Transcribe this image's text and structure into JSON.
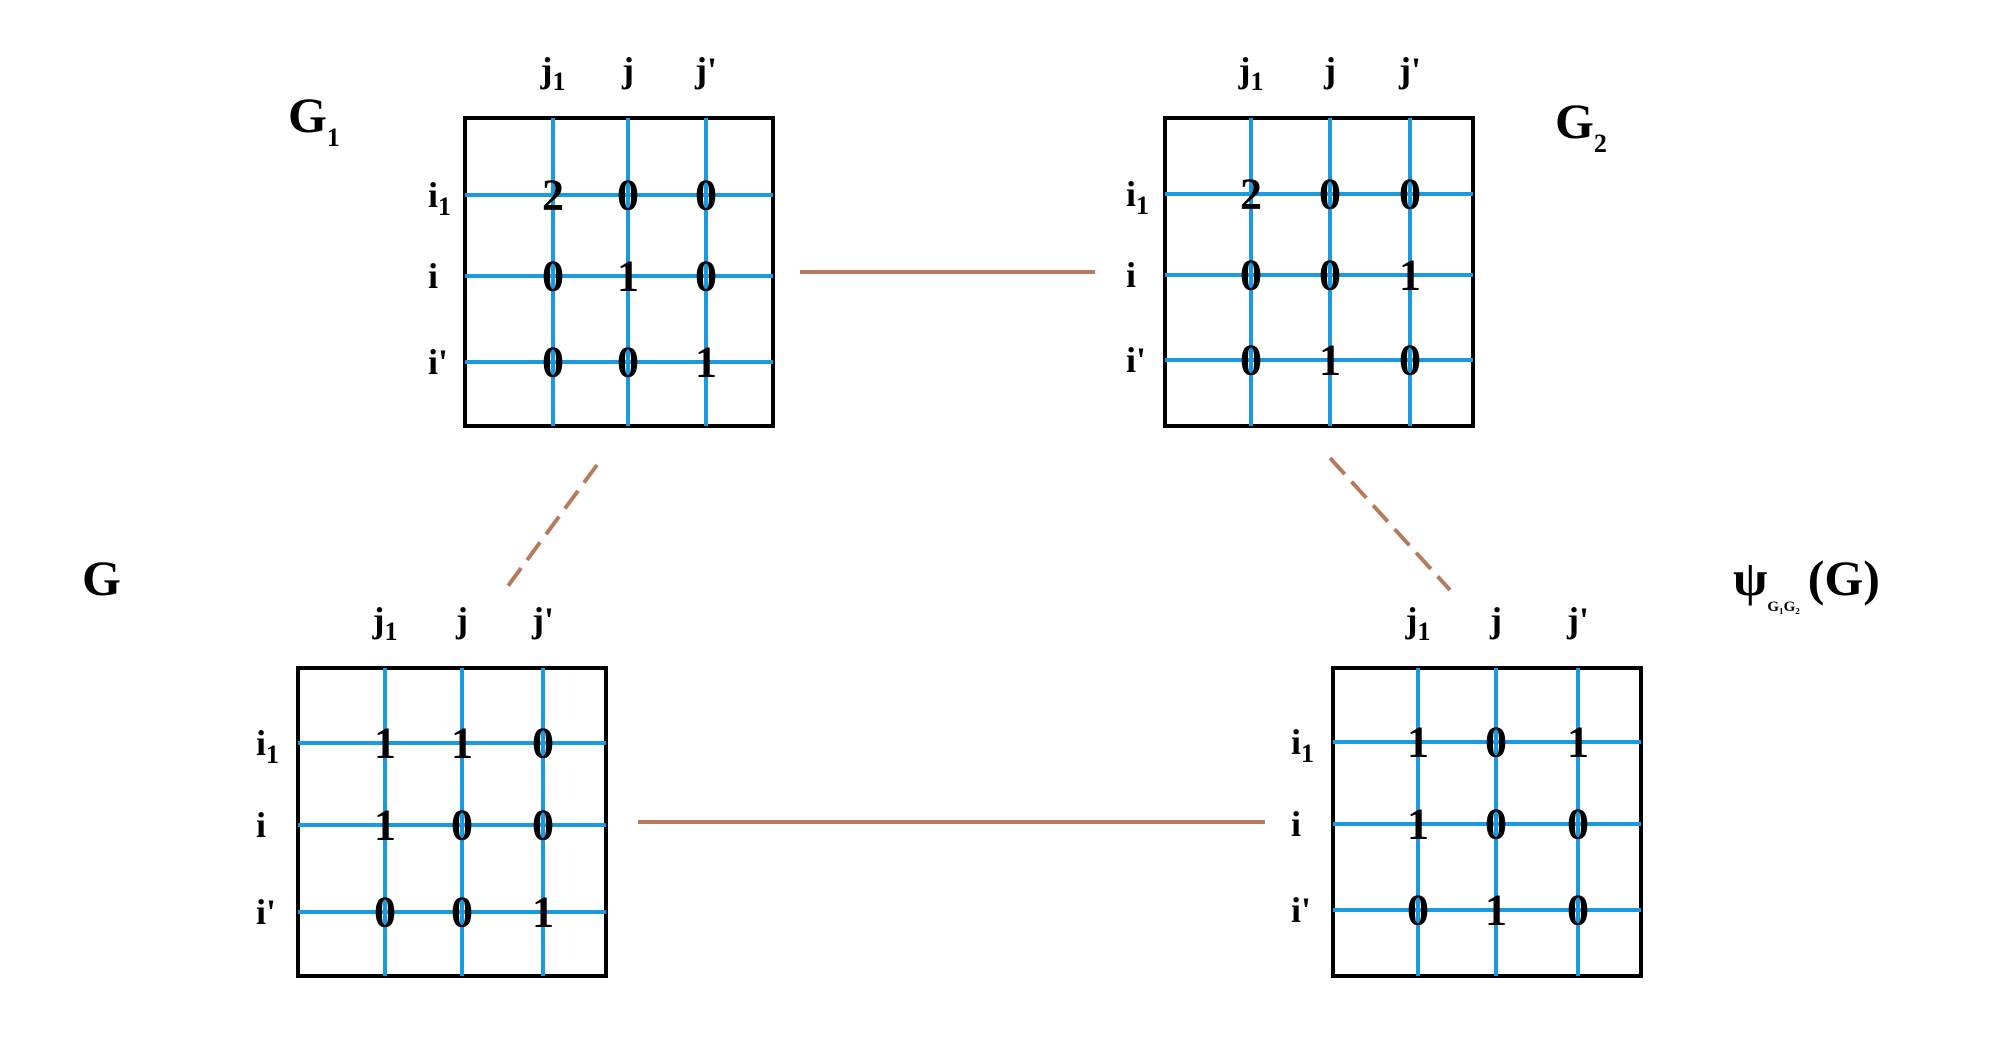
{
  "colors": {
    "grid_line": "#1a9ae0",
    "frame": "#000000",
    "connector": "#b77b5c",
    "text": "#000000"
  },
  "matrices": [
    {
      "id": "G1",
      "title": "G",
      "title_sub": "1",
      "col_labels": [
        {
          "base": "j",
          "sub": "1",
          "prime": ""
        },
        {
          "base": "j",
          "sub": "",
          "prime": ""
        },
        {
          "base": "j",
          "sub": "",
          "prime": "'"
        }
      ],
      "row_labels": [
        {
          "base": "i",
          "sub": "1",
          "prime": ""
        },
        {
          "base": "i",
          "sub": "",
          "prime": ""
        },
        {
          "base": "i",
          "sub": "",
          "prime": "'"
        }
      ],
      "cells": [
        [
          "2",
          "0",
          "0"
        ],
        [
          "0",
          "1",
          "0"
        ],
        [
          "0",
          "0",
          "1"
        ]
      ]
    },
    {
      "id": "G2",
      "title": "G",
      "title_sub": "2",
      "col_labels": [
        {
          "base": "j",
          "sub": "1",
          "prime": ""
        },
        {
          "base": "j",
          "sub": "",
          "prime": ""
        },
        {
          "base": "j",
          "sub": "",
          "prime": "'"
        }
      ],
      "row_labels": [
        {
          "base": "i",
          "sub": "1",
          "prime": ""
        },
        {
          "base": "i",
          "sub": "",
          "prime": ""
        },
        {
          "base": "i",
          "sub": "",
          "prime": "'"
        }
      ],
      "cells": [
        [
          "2",
          "0",
          "0"
        ],
        [
          "0",
          "0",
          "1"
        ],
        [
          "0",
          "1",
          "0"
        ]
      ]
    },
    {
      "id": "G",
      "title": "G",
      "title_sub": "",
      "col_labels": [
        {
          "base": "j",
          "sub": "1",
          "prime": ""
        },
        {
          "base": "j",
          "sub": "",
          "prime": ""
        },
        {
          "base": "j",
          "sub": "",
          "prime": "'"
        }
      ],
      "row_labels": [
        {
          "base": "i",
          "sub": "1",
          "prime": ""
        },
        {
          "base": "i",
          "sub": "",
          "prime": ""
        },
        {
          "base": "i",
          "sub": "",
          "prime": "'"
        }
      ],
      "cells": [
        [
          "1",
          "1",
          "0"
        ],
        [
          "1",
          "0",
          "0"
        ],
        [
          "0",
          "0",
          "1"
        ]
      ]
    },
    {
      "id": "psi",
      "title": "ψ",
      "title_sub": "G₁G₂",
      "title_suffix": "(G)",
      "col_labels": [
        {
          "base": "j",
          "sub": "1",
          "prime": ""
        },
        {
          "base": "j",
          "sub": "",
          "prime": ""
        },
        {
          "base": "j",
          "sub": "",
          "prime": "'"
        }
      ],
      "row_labels": [
        {
          "base": "i",
          "sub": "1",
          "prime": ""
        },
        {
          "base": "i",
          "sub": "",
          "prime": ""
        },
        {
          "base": "i",
          "sub": "",
          "prime": "'"
        }
      ],
      "cells": [
        [
          "1",
          "0",
          "1"
        ],
        [
          "1",
          "0",
          "0"
        ],
        [
          "0",
          "1",
          "0"
        ]
      ]
    }
  ],
  "connectors": [
    {
      "from": "G1",
      "to": "G2",
      "style": "solid"
    },
    {
      "from": "G",
      "to": "psi",
      "style": "solid"
    },
    {
      "from": "G1",
      "to": "G",
      "style": "dashed"
    },
    {
      "from": "G2",
      "to": "psi",
      "style": "dashed"
    }
  ]
}
